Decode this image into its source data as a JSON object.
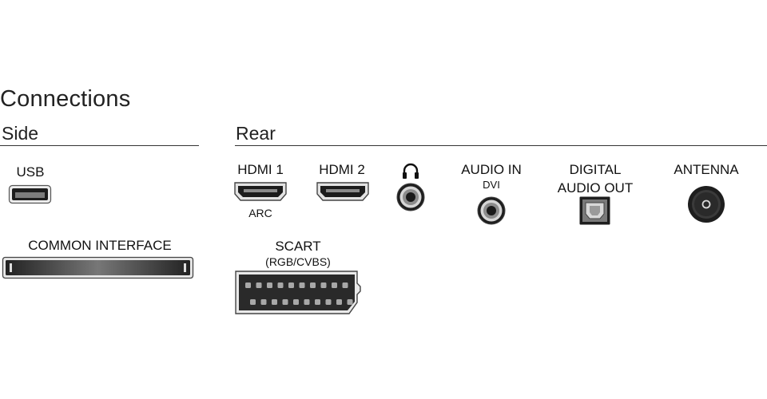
{
  "title": "Connections",
  "sections": {
    "side": "Side",
    "rear": "Rear"
  },
  "ports": {
    "usb": {
      "label": "USB"
    },
    "common_interface": {
      "label": "COMMON INTERFACE"
    },
    "hdmi1": {
      "label": "HDMI 1",
      "sublabel": "ARC"
    },
    "hdmi2": {
      "label": "HDMI 2"
    },
    "headphones": {
      "icon": "headphones-icon"
    },
    "audio_in": {
      "label": "AUDIO IN",
      "sublabel": "DVI"
    },
    "digital_audio_out": {
      "label_line1": "DIGITAL",
      "label_line2": "AUDIO OUT"
    },
    "antenna": {
      "label": "ANTENNA"
    },
    "scart": {
      "label": "SCART",
      "sublabel": "(RGB/CVBS)"
    }
  },
  "colors": {
    "port_dark": "#1a1a1a",
    "port_gray": "#8a8a8a",
    "port_light": "#d9d9d9",
    "rule": "#333333"
  }
}
